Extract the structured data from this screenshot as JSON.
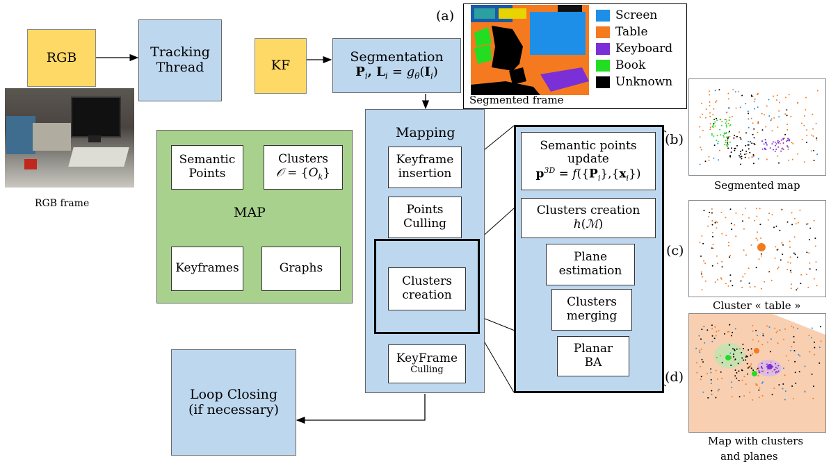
{
  "boxes": {
    "rgb": "RGB",
    "tracking": [
      "Tracking",
      "Thread"
    ],
    "kf": "KF",
    "segmentation_title": "Segmentation",
    "segmentation_formula": "P_i, L_i = g_θ(I_i)",
    "mapping": "Mapping",
    "keyframe_insertion": [
      "Keyframe",
      "insertion"
    ],
    "points_culling": [
      "Points",
      "Culling"
    ],
    "clusters_creation_left": [
      "Clusters",
      "creation"
    ],
    "keyframe_culling": [
      "KeyFrame",
      "Culling"
    ],
    "map": "MAP",
    "semantic_points": [
      "Semantic",
      "Points"
    ],
    "clusters_title": "Clusters",
    "clusters_formula": "O = {O_k}",
    "keyframes": "Keyframes",
    "graphs": "Graphs",
    "loop_closing": [
      "Loop Closing",
      "(if necessary)"
    ],
    "semantic_update": [
      "Semantic points",
      "update"
    ],
    "semantic_update_formula": "p^3D = f({P_i},{x_i})",
    "clusters_creation_right": "Clusters creation",
    "clusters_creation_formula": "h(M)",
    "plane_estimation": [
      "Plane",
      "estimation"
    ],
    "clusters_merging": [
      "Clusters",
      "merging"
    ],
    "planar_ba": [
      "Planar",
      "BA"
    ]
  },
  "labels": {
    "rgb_frame": "RGB frame",
    "segmented_frame": "Segmented frame",
    "segmented_map": "Segmented map",
    "cluster_table": "Cluster « table »",
    "map_clusters": [
      "Map with clusters",
      "and planes"
    ],
    "a": "(a)",
    "b": "(b)",
    "c": "(c)",
    "d": "(d)"
  },
  "legend": [
    {
      "label": "Screen",
      "color": "#1e8fe8"
    },
    {
      "label": "Table",
      "color": "#f57a1f"
    },
    {
      "label": "Keyboard",
      "color": "#7b2fd6"
    },
    {
      "label": "Book",
      "color": "#22dd22"
    },
    {
      "label": "Unknown",
      "color": "#000000"
    }
  ]
}
